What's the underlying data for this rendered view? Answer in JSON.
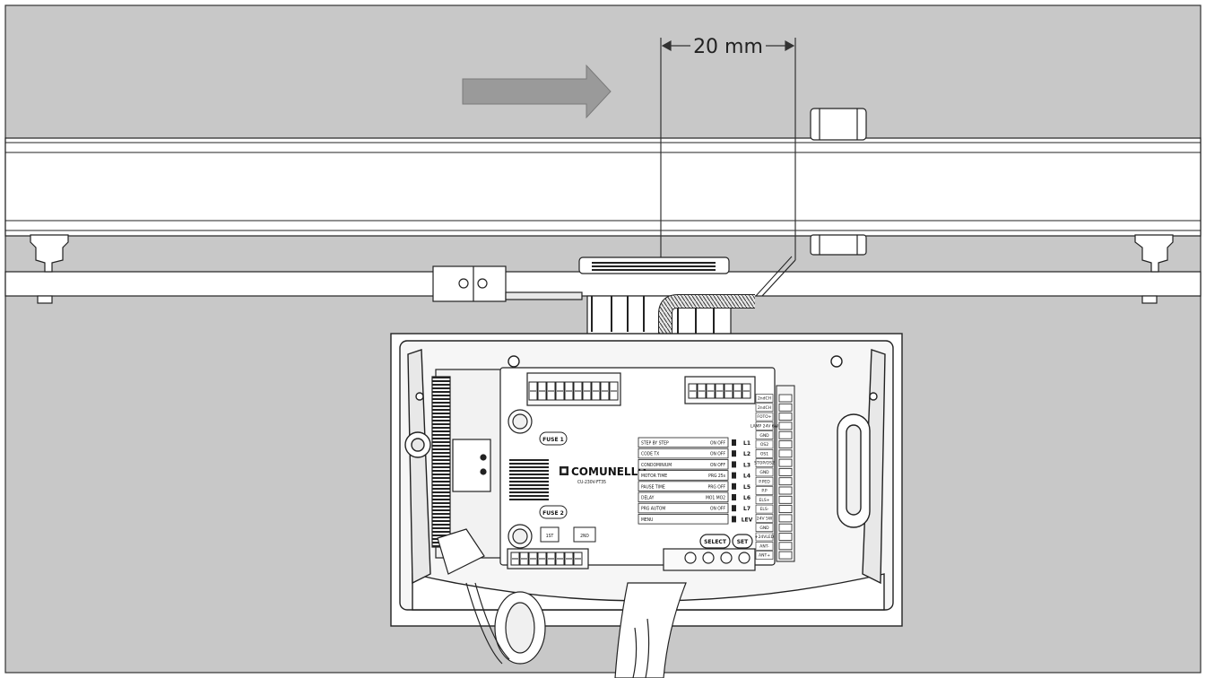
{
  "dimension": {
    "label": "20 mm"
  },
  "brand": {
    "name": "COMUNELLO",
    "model": "CU-230V-FT35"
  },
  "fuses": [
    "FUSE 1",
    "FUSE 2"
  ],
  "small_buttons": [
    "1ST",
    "2ND"
  ],
  "menu_rows": [
    {
      "name": "STEP BY STEP",
      "opts": "ON OFF",
      "led": "L1"
    },
    {
      "name": "CODE TX",
      "opts": "ON OFF",
      "led": "L2"
    },
    {
      "name": "CONDOMINIUM",
      "opts": "ON OFF",
      "led": "L3"
    },
    {
      "name": "MOTOR TIME",
      "opts": "PRG 25s",
      "led": "L4"
    },
    {
      "name": "PAUSE TIME",
      "opts": "PRG OFF",
      "led": "L5"
    },
    {
      "name": "DELAY",
      "opts": "MO1 MO2",
      "led": "L6"
    },
    {
      "name": "PRG AUTOM",
      "opts": "ON OFF",
      "led": "L7"
    },
    {
      "name": "MENU",
      "opts": "",
      "led": "LEV"
    }
  ],
  "buttons": {
    "select": "SELECT",
    "set": "SET"
  },
  "terminals": [
    "2ndCH",
    "2ndCH",
    "FOTO+",
    "LAMP 24V 6W",
    "GND",
    "OS2",
    "OS1",
    "STOP/OS2",
    "GND",
    "P.PED",
    "P.P",
    "ELS+",
    "ELS-",
    "24V 5W",
    "GND",
    "+24VLED",
    "ANT-",
    "ANT+"
  ],
  "colors": {
    "background": "#c8c8c8",
    "frame": "#ffffff",
    "arrow": "#9a9a9a",
    "line": "#1a1a1a"
  }
}
